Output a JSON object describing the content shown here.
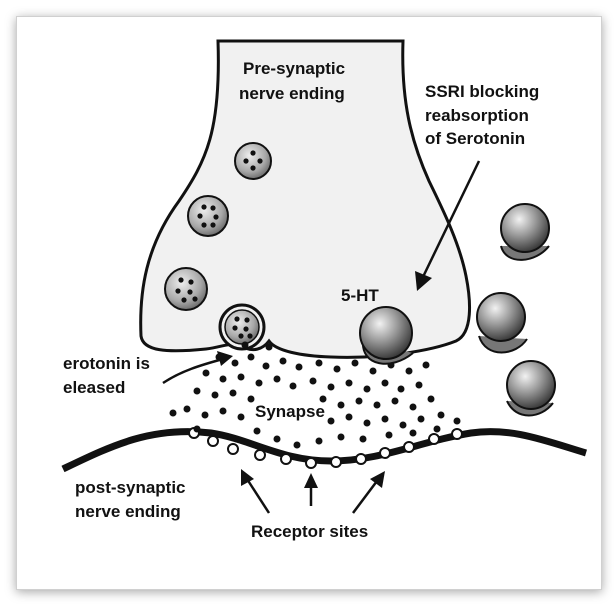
{
  "labels": {
    "presynaptic_line1": "Pre-synaptic",
    "presynaptic_line2": "nerve ending",
    "ssri_line1": "SSRI blocking",
    "ssri_line2": "reabsorption",
    "ssri_line3": "of Serotonin",
    "five_ht": "5-HT",
    "released_line1": "erotonin is",
    "released_line2": "eleased",
    "synapse": "Synapse",
    "postsynaptic_line1": "post-synaptic",
    "postsynaptic_line2": "nerve ending",
    "receptor_sites": "Receptor sites"
  }
}
